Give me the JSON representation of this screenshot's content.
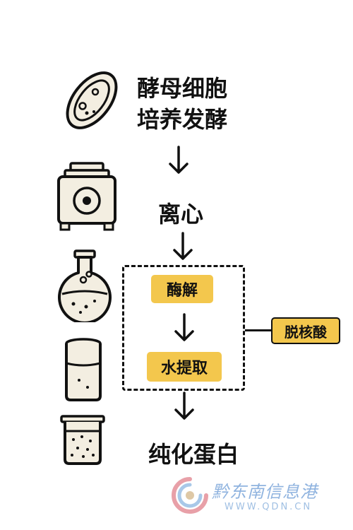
{
  "steps": {
    "culture_line1": "酵母细胞",
    "culture_line2": "培养发酵",
    "centrifuge": "离心",
    "enzymolysis": "酶解",
    "water_extract": "水提取",
    "product": "纯化蛋白"
  },
  "side_label": "脱核酸",
  "watermark": {
    "name": "黔东南信息港",
    "url": "WWW.QDN.CN"
  },
  "colors": {
    "highlight": "#f3c74d",
    "ink": "#111111",
    "icon_fill": "#f3eee1"
  },
  "icons": [
    "yeast-cell-icon",
    "centrifuge-icon",
    "flask-icon",
    "test-tube-icon",
    "beaker-icon"
  ]
}
